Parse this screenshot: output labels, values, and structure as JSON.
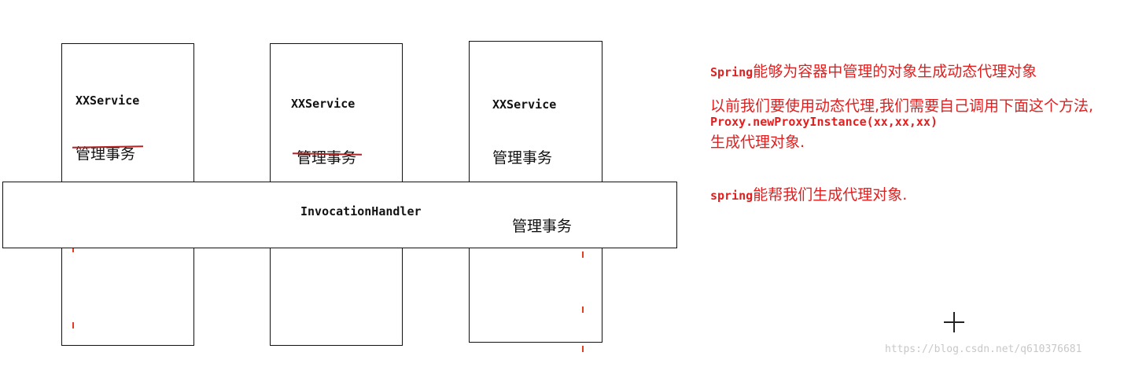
{
  "service_boxes": [
    {
      "service_label": "XXService",
      "tx_label": "管理事务"
    },
    {
      "service_label": "XXService",
      "tx_label": "管理事务"
    },
    {
      "service_label": "XXService",
      "tx_label": "管理事务"
    }
  ],
  "handler": {
    "label": "InvocationHandler",
    "tx_label": "管理事务"
  },
  "notes": {
    "line1_prefix": "Spring",
    "line1_rest": "能够为容器中管理的对象生成动态代理对象",
    "line2": "以前我们要使用动态代理,我们需要自己调用下面这个方法,",
    "line3": "Proxy.newProxyInstance(xx,xx,xx)",
    "line4": "生成代理对象.",
    "line5_prefix": "spring",
    "line5_rest": "能帮我们生成代理对象."
  },
  "watermark": "https://blog.csdn.net/q610376681",
  "colors": {
    "note_red": "#e02020",
    "strike_red": "#b22222",
    "border": "#111111"
  }
}
